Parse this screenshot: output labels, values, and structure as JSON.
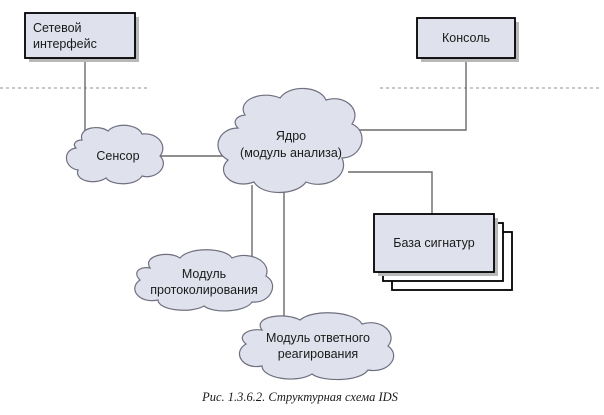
{
  "nodes": {
    "network_interface": {
      "line1": "Сетевой",
      "line2": "интерфейс"
    },
    "console": {
      "label": "Консоль"
    },
    "core": {
      "line1": "Ядро",
      "line2": "(модуль анализа)"
    },
    "sensor": {
      "label": "Сенсор"
    },
    "signature_db": {
      "label": "База сигнатур"
    },
    "logging_module": {
      "line1": "Модуль",
      "line2": "протоколирования"
    },
    "response_module": {
      "line1": "Модуль ответного",
      "line2": "реагирования"
    }
  },
  "caption": "Рис. 1.3.6.2. Структурная схема IDS"
}
